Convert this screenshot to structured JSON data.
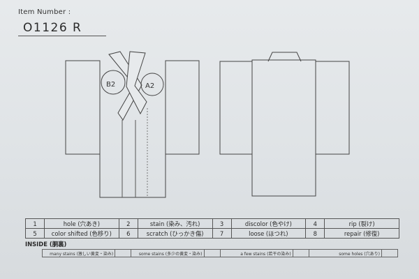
{
  "header": {
    "item_number_label": "Item Number :",
    "item_number_value": "O1126  R"
  },
  "front_view": {
    "marks": [
      {
        "label": "B2"
      },
      {
        "label": "A2"
      }
    ]
  },
  "defects": {
    "rows": [
      [
        {
          "num": "1",
          "label": "hole (穴あき)"
        },
        {
          "num": "2",
          "label": "stain (染み、汚れ)"
        },
        {
          "num": "3",
          "label": "discolor (色やけ)"
        },
        {
          "num": "4",
          "label": "rip (裂け)"
        }
      ],
      [
        {
          "num": "5",
          "label": "color shifted (色移り)"
        },
        {
          "num": "6",
          "label": "scratch (ひっかき傷)"
        },
        {
          "num": "7",
          "label": "loose (ほつれ)"
        },
        {
          "num": "8",
          "label": "repair (修復)"
        }
      ]
    ]
  },
  "inside": {
    "label": "INSIDE (胴裏)",
    "items": [
      {
        "label": "many stains (激しい黄変・染み)"
      },
      {
        "label": "some stains (多少の黄変・染み)"
      },
      {
        "label": "a few stains (若干の染み)"
      },
      {
        "label": "some holes (穴あり)"
      }
    ]
  }
}
